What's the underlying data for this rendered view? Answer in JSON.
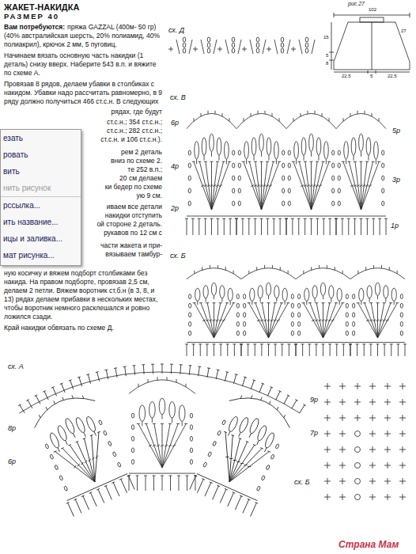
{
  "diagram": {
    "title": "ЖАКЕТ-НАКИДКА",
    "nodes": [
      {
        "text": [
          "езать",
          "ровать",
          "вить",
          "нить рисунок",
          "рссылка...",
          "ить название...",
          "ицы и заливка...",
          "мат рисунка..."
        ]
      }
    ],
    "labels": [
      "РАЗМЕР 40",
      "Вам потребуются:",
      "пряжа GAZZAL (400м- 50 гр)",
      "(40% австралийская шерсть, 20% полиамид, 40%",
      "полиакрил), крючок 2 мм, 5 пуговиц.",
      "Начинаем вязать основную часть накидки (1",
      "деталь) снизу вверх. Наберите 543 в.п. и вяжите",
      "по схеме А.",
      "Провязав 8 рядов, делаем убавки в столбиках с",
      "накидом. Убавки надо рассчитать равномерно, в 9",
      "ряду должно получиться 466 ст.с.н. В следующих",
      "рядах, где будут",
      "ст.с.н.; 354 ст.с.н.;",
      "ст.с.н.; 282 ст.с.н.;",
      "ст.с.н. и 106 ст.с.н.).",
      "рем 2 деталь",
      "вниз по схеме 2.",
      "те 252 в.п.;",
      "20 см делаем",
      "ки бедер по схеме",
      "ую 9 см.",
      "иваем все детали",
      "накидки отступить",
      "ой стороне 2 деталь.",
      "рукавов по 12 см с",
      "части жакета и при-",
      "вязываем тамбур-",
      "ную косичку и вяжем подборт столбиками без",
      "накида. На правом подборте, провязав 2,5 см,",
      "делаем 2 петли. Вяжем воротник ст.б.н (в 3, 8, и",
      "13) рядах делаем прибавки в нескольких местах,",
      "чтобы воротник немного расклешался и ровно",
      "ложился сзади.",
      "Край накидки обвязать по схеме Д.",
      "рис.27",
      "102",
      "27",
      "15",
      "5",
      "8",
      "22,5",
      "5",
      "22,5",
      "сх. Д",
      "сх. В",
      "6р",
      "5р",
      "4р",
      "3р",
      "2р",
      "1р",
      "сх. Б",
      "сх. А",
      "9р",
      "8р",
      "7р",
      "6р",
      "сх. Б",
      "Страна Мам"
    ]
  }
}
